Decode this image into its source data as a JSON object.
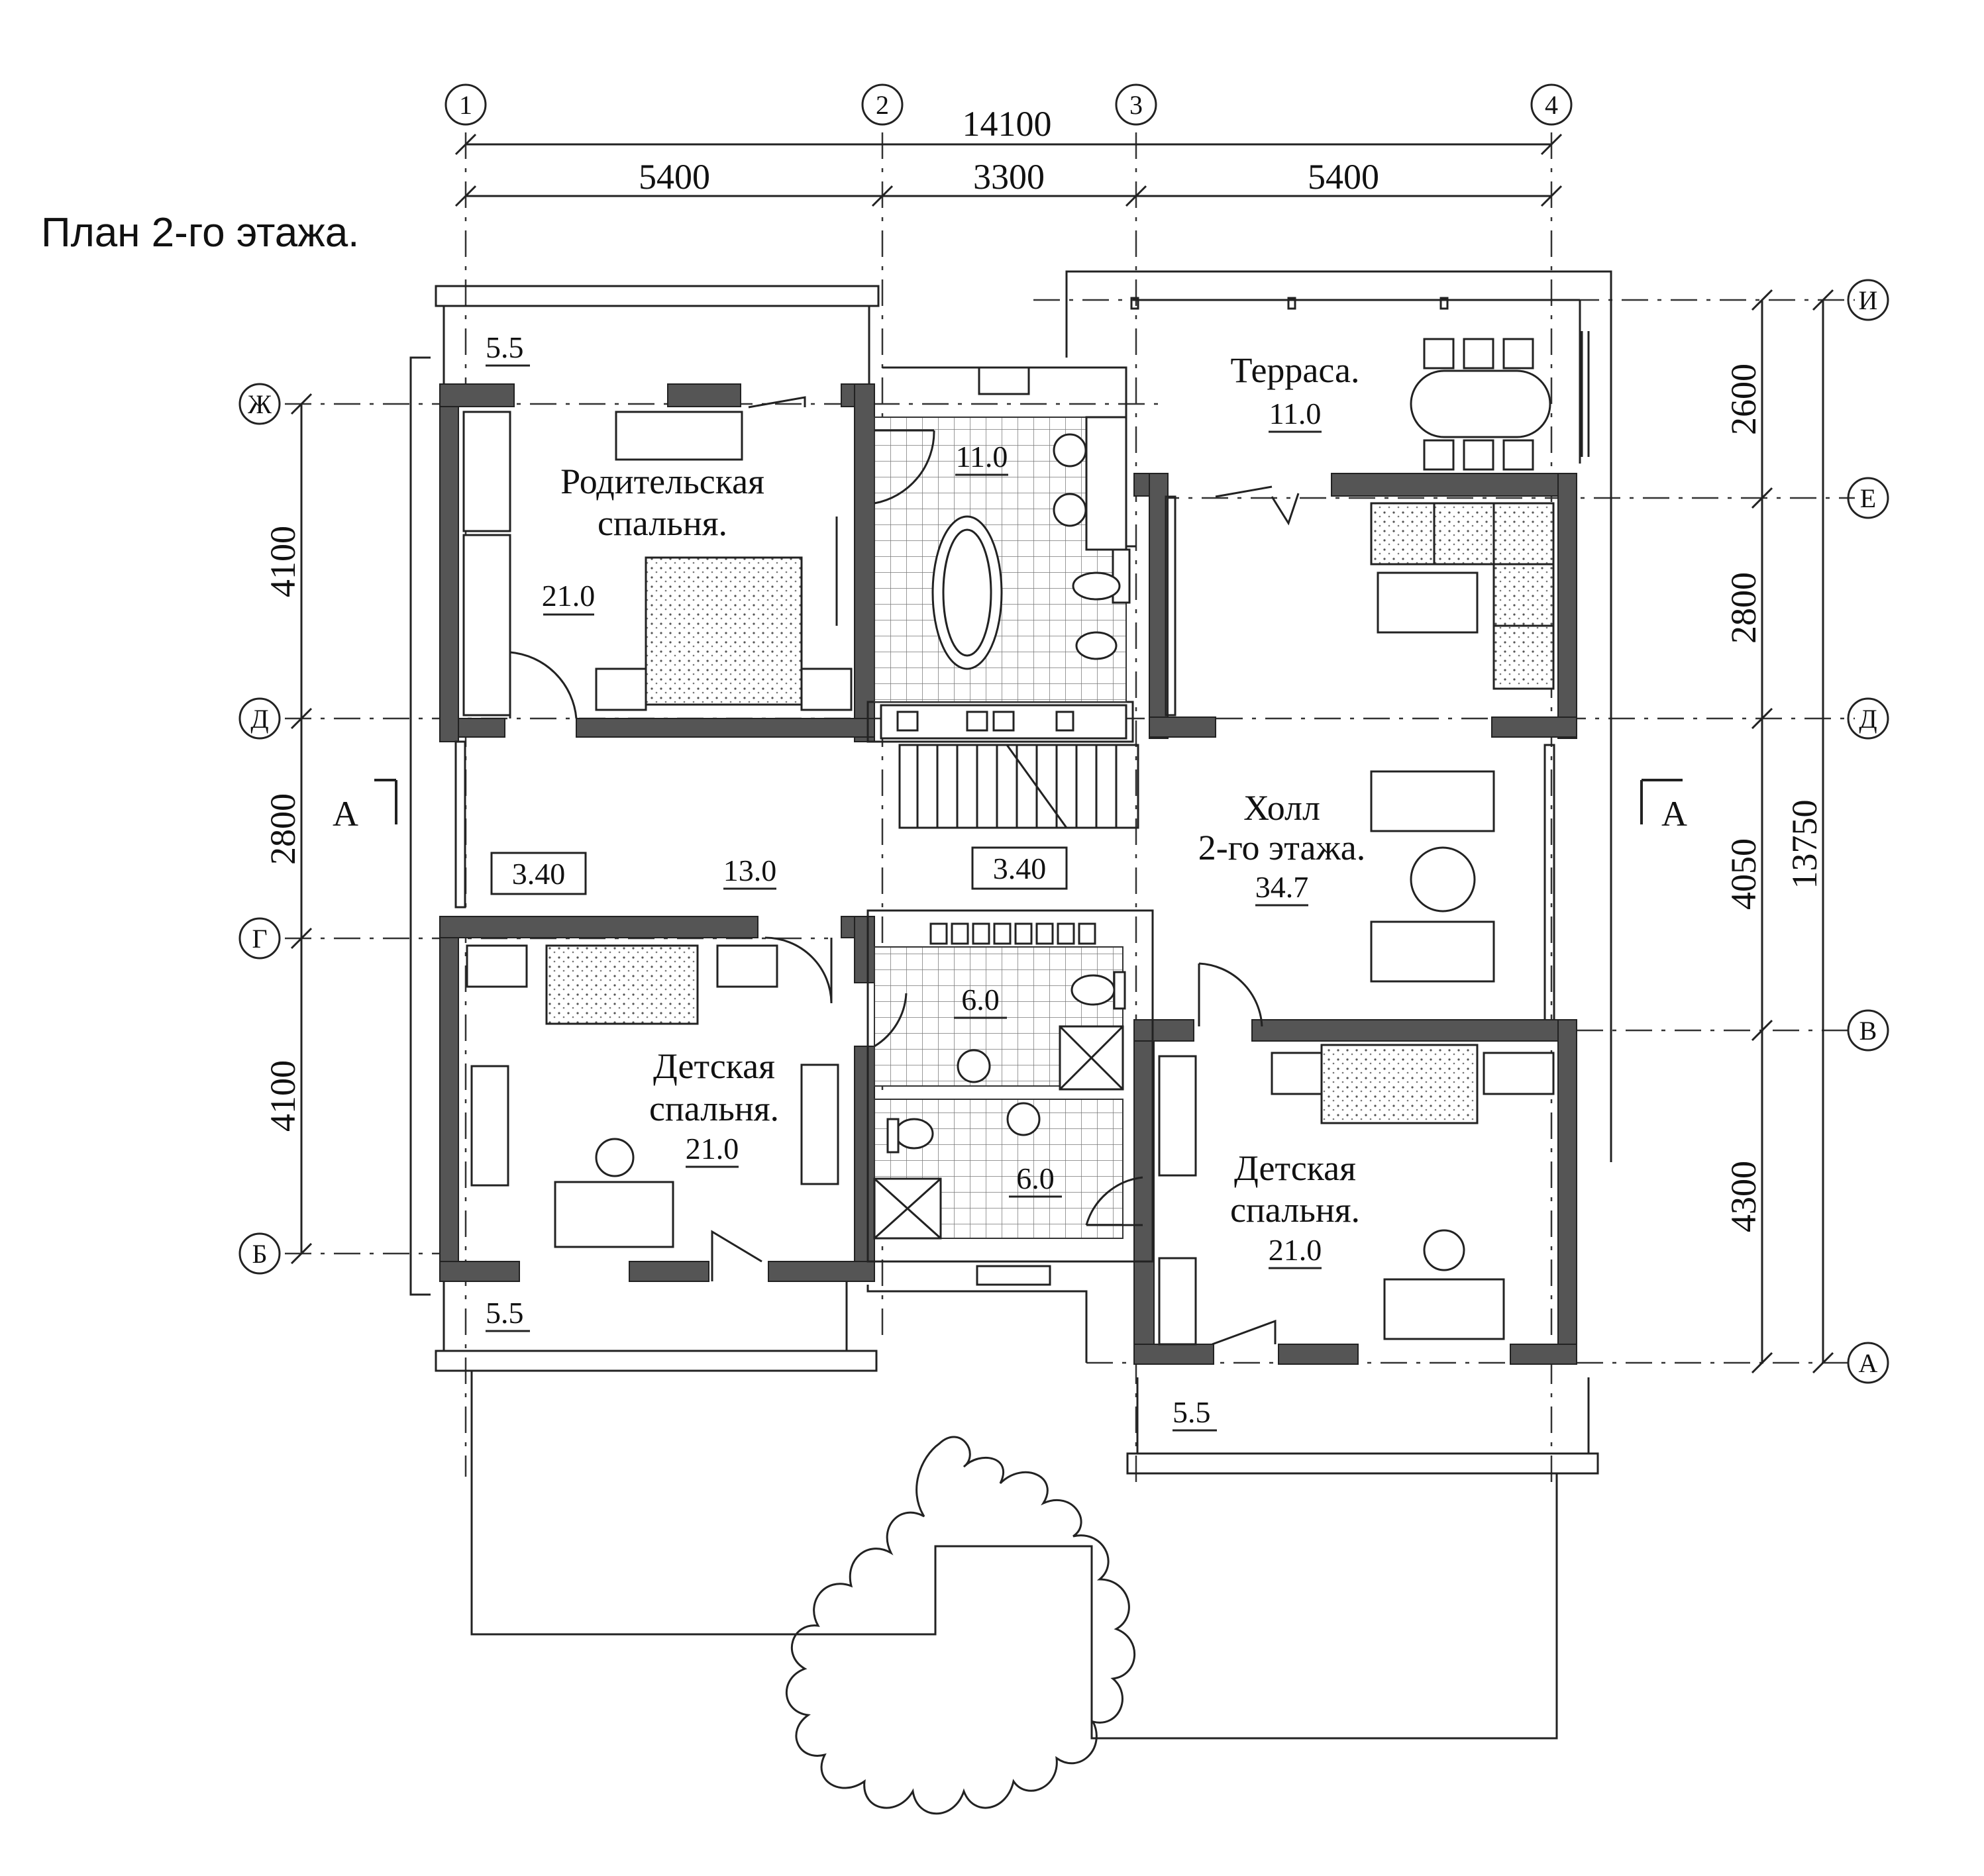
{
  "title": "План 2-го этажа.",
  "axes": {
    "vertical": [
      "1",
      "2",
      "3",
      "4"
    ],
    "horizontal": [
      "И",
      "Е",
      "Д",
      "Ж",
      "Д",
      "Г",
      "Б",
      "В",
      "А"
    ]
  },
  "dimensions": {
    "top_total": "14100",
    "top_segments": [
      "5400",
      "3300",
      "5400"
    ],
    "left_segments": [
      "4100",
      "2800",
      "4100"
    ],
    "right_segments": [
      "2600",
      "2800",
      "4050",
      "4300"
    ],
    "right_total": "13750"
  },
  "section_marks": [
    "А",
    "А"
  ],
  "rooms": {
    "parent_bedroom": {
      "name_line1": "Родительская",
      "name_line2": "спальня.",
      "area": "21.0"
    },
    "terrace": {
      "name": "Терраса.",
      "area": "11.0"
    },
    "bath_main": {
      "area": "11.0"
    },
    "hall": {
      "name_line1": "Холл",
      "name_line2": "2-го этажа.",
      "area": "34.7"
    },
    "corridor": {
      "area": "13.0"
    },
    "wardrobe_left": {
      "area": "3.40"
    },
    "wardrobe_right": {
      "area": "3.40"
    },
    "kids_left": {
      "name_line1": "Детская",
      "name_line2": "спальня.",
      "area": "21.0"
    },
    "kids_right": {
      "name_line1": "Детская",
      "name_line2": "спальня.",
      "area": "21.0"
    },
    "bath_small_1": {
      "area": "6.0"
    },
    "bath_small_2": {
      "area": "6.0"
    },
    "balcony_top": {
      "area": "5.5"
    },
    "balcony_bottom_left": {
      "area": "5.5"
    },
    "balcony_bottom_right": {
      "area": "5.5"
    }
  }
}
